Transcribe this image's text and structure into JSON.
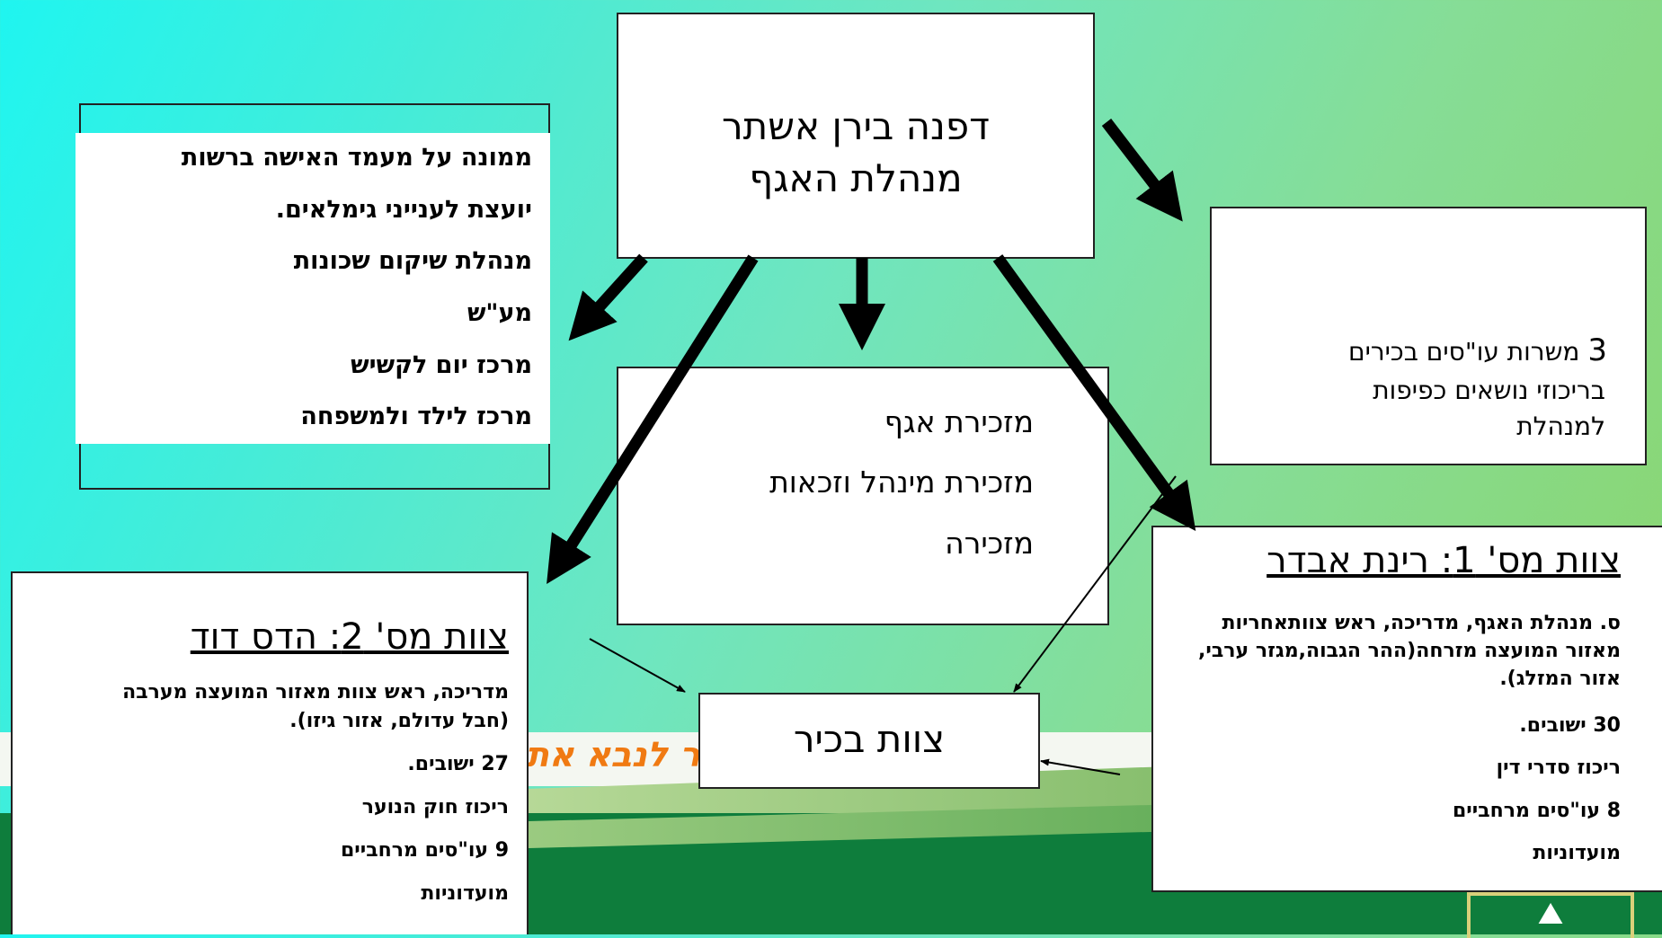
{
  "background_text": "ר לנבא את",
  "top_box": {
    "line1": "דפנה בירן אשתר",
    "line2": "מנהלת האגף"
  },
  "left_box": {
    "items": [
      "ממונה על מעמד האישה ברשות",
      "יועצת לענייני גימלאים.",
      "מנהלת שיקום שכונות",
      "מע\"ש",
      "מרכז יום לקשיש",
      "מרכז לילד ולמשפחה"
    ]
  },
  "center_box": {
    "items": [
      "מזכירת אגף",
      "מזכירת מינהל וזכאות",
      "מזכירה"
    ]
  },
  "right_top_box": {
    "number": "3",
    "line1": "משרות עו\"סים בכירים",
    "line2": "בריכוזי נושאים כפיפות",
    "line3": "למנהלת"
  },
  "team1": {
    "title": "צוות מס' 1: רינת אבדר",
    "bullet": "ס",
    "line1": ". מנהלת האגף, מדריכה, ראש צוותאחריות",
    "line2": "מאזור המועצה מזרחה(ההר הגבוה,מגזר ערבי,",
    "line3": "אזור המזלג).",
    "line4": "30 ישובים.",
    "line5": "ריכוז סדרי דין",
    "line6": "8 עו\"סים מרחביים",
    "line7": "מועדוניות"
  },
  "team2": {
    "title": "צוות מס' 2: הדס דוד",
    "line1": "מדריכה, ראש צוות מאזור המועצה מערבה",
    "line2": "(חבל עדולם, אזור גיזו).",
    "line3": "27 ישובים.",
    "line4": "ריכוז חוק הנוער",
    "line5": "9 עו\"סים מרחביים",
    "line6": "מועדוניות"
  },
  "bakir_box": {
    "label": "צוות בכיר"
  },
  "colors": {
    "arrow": "#000000",
    "orange_text": "#f07a12",
    "green_band": "#0e7d3c"
  }
}
